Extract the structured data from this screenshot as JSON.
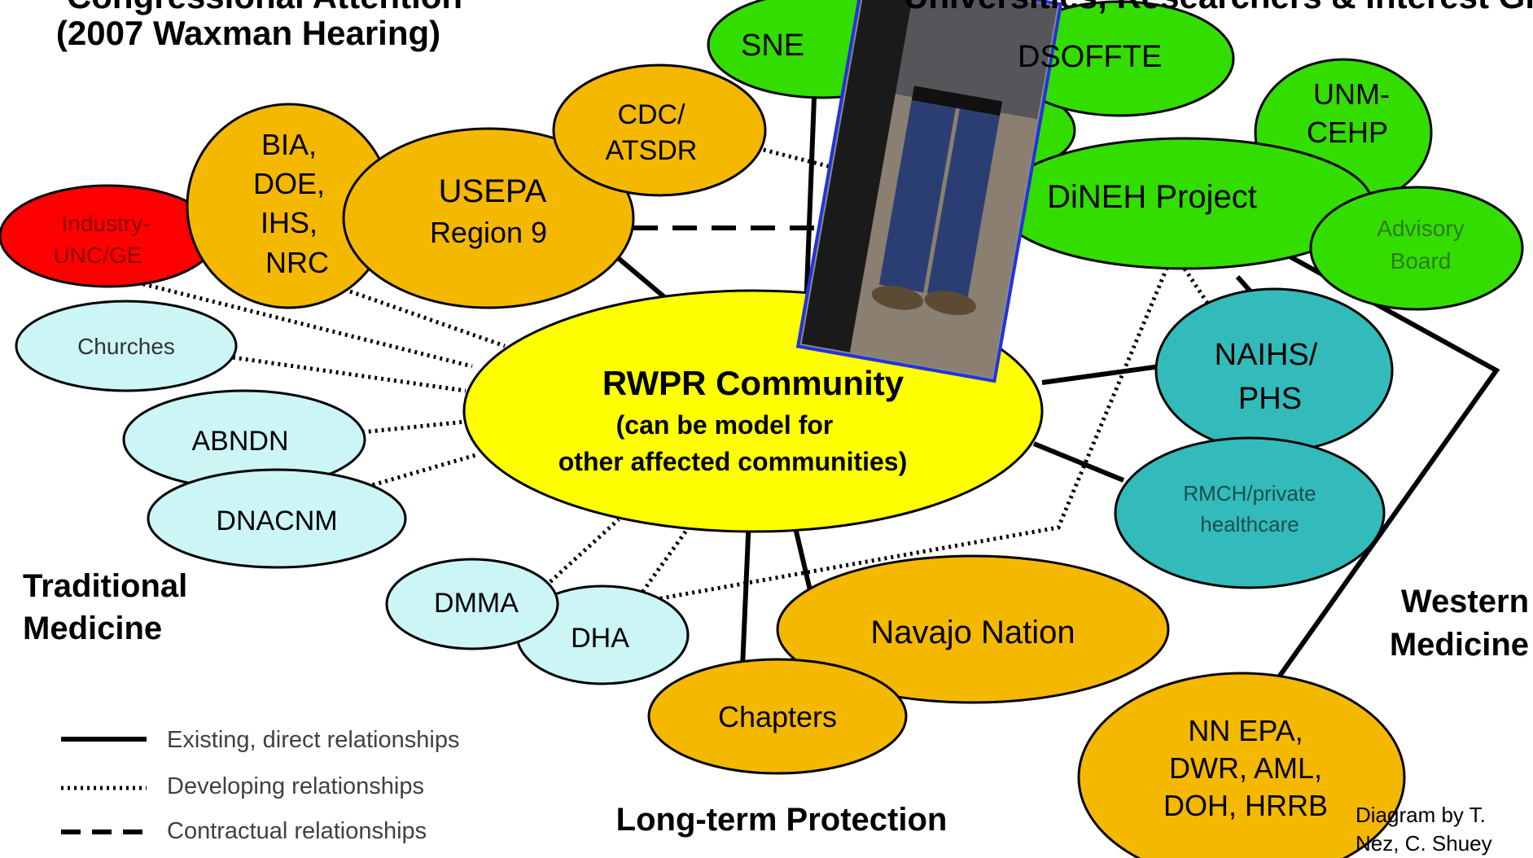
{
  "header": {
    "left_line1": "Congressional Attention",
    "left_line2": "(2007 Waxman Hearing)",
    "right_line1": "Universities, Researchers & Interest Groups"
  },
  "nodes": {
    "rwpr": {
      "line1": "RWPR Community",
      "line2": "(can be model for",
      "line3": "other affected communities)",
      "color": "#FFFF00"
    },
    "industry": {
      "line1": "Industry-",
      "line2": "UNC/GE",
      "color": "#FF0000"
    },
    "bia": {
      "line1": "BIA,",
      "line2": "DOE,",
      "line3": "IHS,",
      "line4": "NRC",
      "color": "#F5B800"
    },
    "usepa": {
      "line1": "USEPA",
      "line2": "Region 9",
      "color": "#F5B800"
    },
    "cdc": {
      "line1": "CDC/",
      "line2": "ATSDR",
      "color": "#F5B800"
    },
    "sne": {
      "line1": "SNE",
      "color": "#33DD00"
    },
    "dsoffte": {
      "line1": "DSOFFTE",
      "color": "#33DD00"
    },
    "unm": {
      "line1": "UNM-",
      "line2": "CEHP",
      "color": "#33DD00"
    },
    "dineh": {
      "line1": "DiNEH Project",
      "color": "#33DD00"
    },
    "advisory": {
      "line1": "Advisory",
      "line2": "Board",
      "color": "#33DD00"
    },
    "naihs": {
      "line1": "NAIHS/",
      "line2": "PHS",
      "color": "#33BBBB"
    },
    "rmch": {
      "line1": "RMCH/private",
      "line2": "healthcare",
      "color": "#33BBBB"
    },
    "churches": {
      "line1": "Churches",
      "color": "#CCF5F5"
    },
    "abndn": {
      "line1": "ABNDN",
      "color": "#CCF5F5"
    },
    "dnacnm": {
      "line1": "DNACNM",
      "color": "#CCF5F5"
    },
    "dmma": {
      "line1": "DMMA",
      "color": "#CCF5F5"
    },
    "dha": {
      "line1": "DHA",
      "color": "#CCF5F5"
    },
    "navajo": {
      "line1": "Navajo Nation",
      "color": "#F5B800"
    },
    "chapters": {
      "line1": "Chapters",
      "color": "#F5B800"
    },
    "nnepa": {
      "line1": "NN EPA,",
      "line2": "DWR, AML,",
      "line3": "DOH, HRRB",
      "color": "#F5B800"
    }
  },
  "labels": {
    "traditional_line1": "Traditional",
    "traditional_line2": "Medicine",
    "western_line1": "Western",
    "western_line2": "Medicine",
    "longterm": "Long-term Protection",
    "credit_line1": "Diagram by T.",
    "credit_line2": "Nez, C. Shuey"
  },
  "legend": {
    "existing": "Existing, direct relationships",
    "developing": "Developing relationships",
    "contractual": "Contractual relationships"
  },
  "photo": {
    "icon": "person-photo-icon",
    "frame_color": "#2233DD"
  }
}
